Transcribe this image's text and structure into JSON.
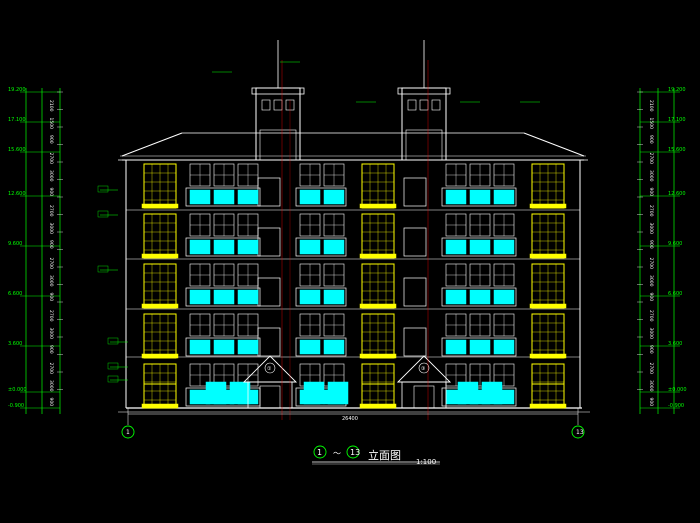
{
  "title": {
    "grid_from": "1",
    "grid_sep": "～",
    "grid_to": "13",
    "name": "立面图",
    "scale": "1:100"
  },
  "grid_axes": {
    "left": "1",
    "right": "13"
  },
  "overall_width": "26400",
  "left_levels": [
    "19.200",
    "17.100",
    "15.600",
    "12.600",
    "9.600",
    "6.600",
    "3.600",
    "±0.000",
    "-0.900"
  ],
  "right_levels": [
    "19.200",
    "17.100",
    "15.600",
    "12.600",
    "9.600",
    "6.600",
    "3.600",
    "±0.000",
    "-0.900"
  ],
  "left_dims": [
    "2100",
    "1500",
    "900",
    "2700",
    "3000",
    "900",
    "2700",
    "3000",
    "900",
    "2700",
    "3000",
    "900",
    "2700",
    "3000",
    "900",
    "2700",
    "3000",
    "900"
  ],
  "right_dims": [
    "2100",
    "1500",
    "900",
    "2700",
    "3000",
    "900",
    "2700",
    "3000",
    "900",
    "2700",
    "3000",
    "900",
    "2700",
    "3000",
    "900",
    "2700",
    "3000",
    "900"
  ],
  "entry_labels": [
    "①",
    "③"
  ],
  "colors": {
    "background": "#000000",
    "white": "#ffffff",
    "green": "#00ff00",
    "yellow": "#ffff00",
    "cyan": "#00ffff",
    "red": "#ff0000",
    "magenta": "#ff00ff"
  }
}
